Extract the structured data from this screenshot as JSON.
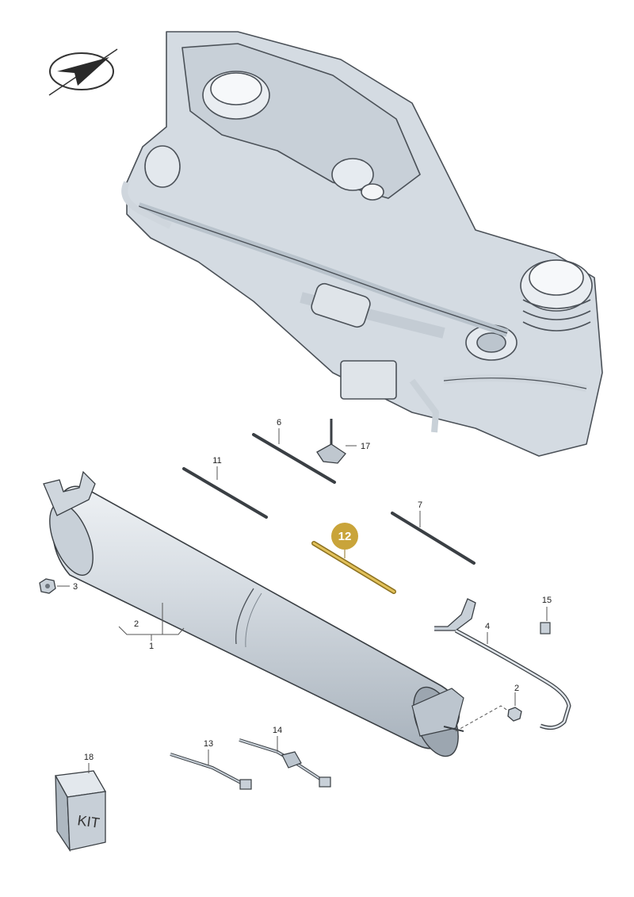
{
  "callouts": {
    "c1": "1",
    "c2a": "2",
    "c2b": "2",
    "c3": "3",
    "c4": "4",
    "c6": "6",
    "c7": "7",
    "c11": "11",
    "c12": "12",
    "c13": "13",
    "c14": "14",
    "c15": "15",
    "c17": "17",
    "c18": "18"
  },
  "kit_label": "KIT",
  "colors": {
    "highlight": "#c9a43a",
    "part_fill": "#d4dbe2",
    "part_shade": "#b9c3cc",
    "outline": "#3a3f44"
  },
  "icons": {
    "orientation": "direction-arrow-icon"
  }
}
